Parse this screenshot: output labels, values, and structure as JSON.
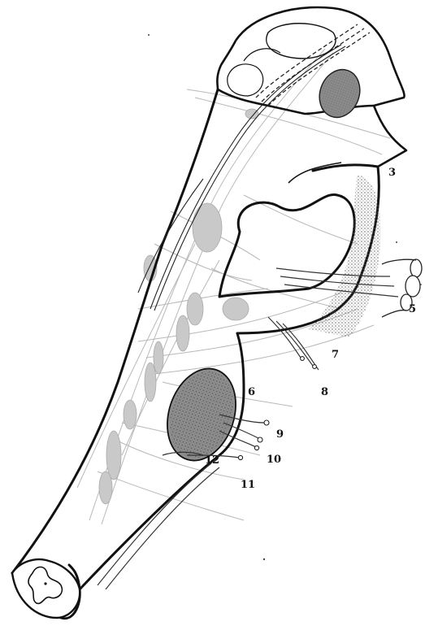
{
  "figure": {
    "subject": "brainstem with cranial nerve nuclei and roots",
    "labels": [
      "3",
      "5",
      "6",
      "7",
      "8",
      "9",
      "10",
      "11",
      "12"
    ],
    "colors": {
      "ink": "#111111",
      "faint": "#b8b8b8",
      "nucleus_fill": "#8a8a8a",
      "stipple": "#6d6d6d",
      "paper": "#ffffff"
    }
  }
}
